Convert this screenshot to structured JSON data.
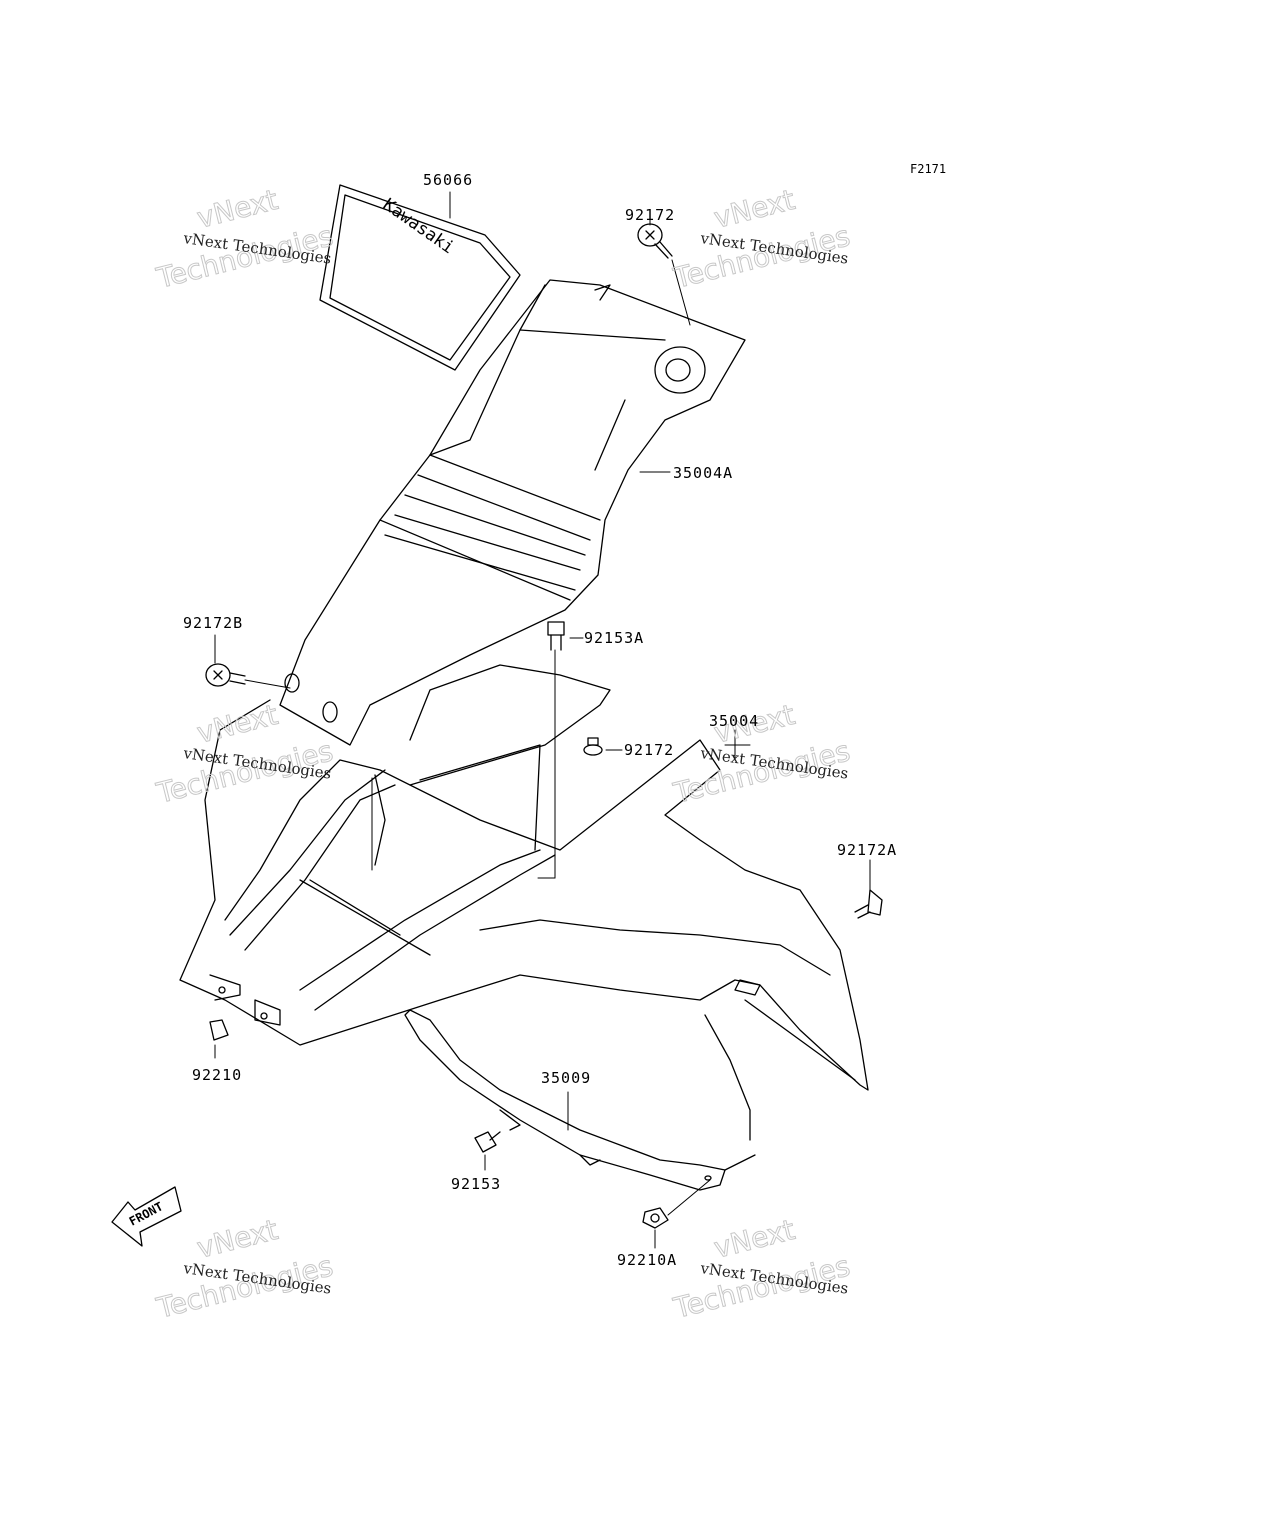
{
  "figure_code": "F2171",
  "decal_text": "Kawasaki",
  "front_text": "FRONT",
  "parts": [
    {
      "id": "part-56066",
      "number": "56066"
    },
    {
      "id": "part-92172-top",
      "number": "92172"
    },
    {
      "id": "part-35004A",
      "number": "35004A"
    },
    {
      "id": "part-92172B",
      "number": "92172B"
    },
    {
      "id": "part-92153A",
      "number": "92153A"
    },
    {
      "id": "part-35004",
      "number": "35004"
    },
    {
      "id": "part-92172-mid",
      "number": "92172"
    },
    {
      "id": "part-92172A",
      "number": "92172A"
    },
    {
      "id": "part-92210",
      "number": "92210"
    },
    {
      "id": "part-35009",
      "number": "35009"
    },
    {
      "id": "part-92153",
      "number": "92153"
    },
    {
      "id": "part-92210A",
      "number": "92210A"
    }
  ],
  "watermark": {
    "line_a": "vNext Technologies",
    "line_b1": "vNext",
    "line_b2": "Technologies"
  },
  "colors": {
    "line": "#000000",
    "watermark": "#c8c8c8"
  }
}
